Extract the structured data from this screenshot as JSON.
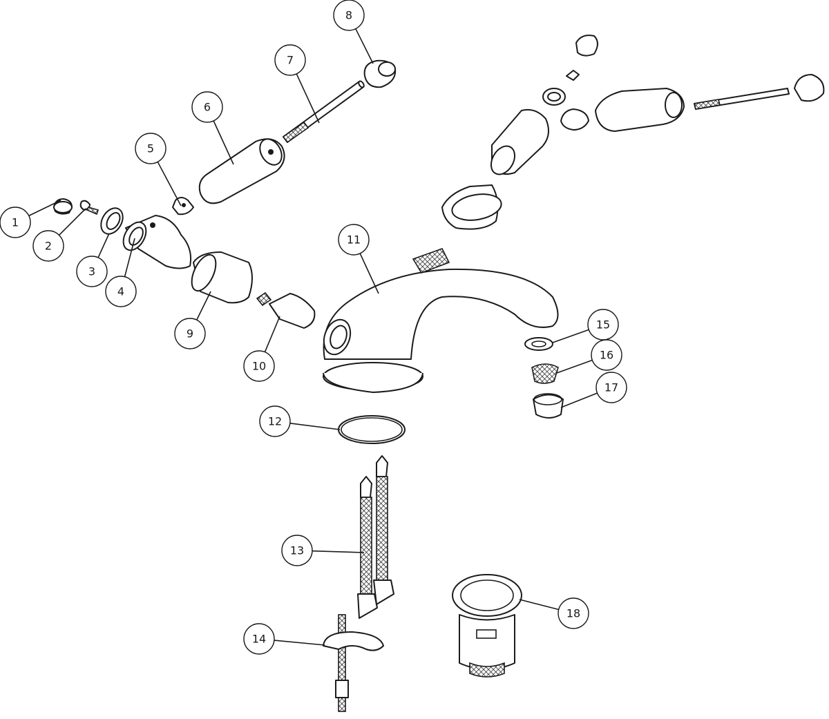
{
  "diagram": {
    "title": "Exploded view of a mono basin mixer tap",
    "callouts": [
      {
        "label": "1"
      },
      {
        "label": "2"
      },
      {
        "label": "3"
      },
      {
        "label": "4"
      },
      {
        "label": "5"
      },
      {
        "label": "6"
      },
      {
        "label": "7"
      },
      {
        "label": "8"
      },
      {
        "label": "9"
      },
      {
        "label": "10"
      },
      {
        "label": "11"
      },
      {
        "label": "12"
      },
      {
        "label": "13"
      },
      {
        "label": "14"
      },
      {
        "label": "15"
      },
      {
        "label": "16"
      },
      {
        "label": "17"
      },
      {
        "label": "18"
      }
    ]
  }
}
